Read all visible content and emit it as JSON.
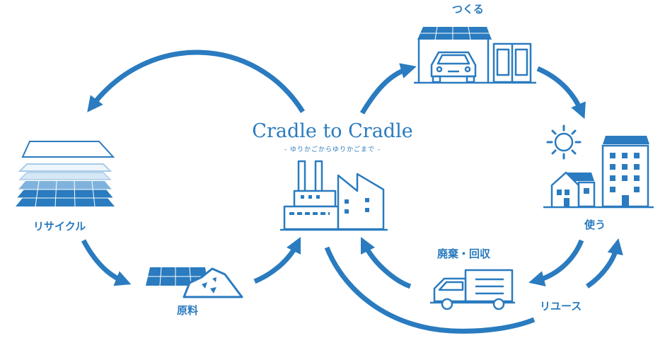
{
  "title": "Cradle to Cradle",
  "subtitle": "- ゆりかごからゆりかごまで -",
  "nodes": {
    "make": "つくる",
    "use": "使う",
    "reuse": "リユース",
    "collect": "廃棄・回収",
    "material": "原料",
    "recycle": "リサイクル"
  },
  "colors": {
    "primary": "#2a7bbf",
    "light": "#a9cbe8",
    "white": "#ffffff"
  },
  "icons": [
    "arrow-icon",
    "solar-panel-stack-icon",
    "solar-panel-rock-icon",
    "factory-icon",
    "carport-icon",
    "sun-icon",
    "house-icon",
    "building-icon",
    "truck-icon"
  ]
}
